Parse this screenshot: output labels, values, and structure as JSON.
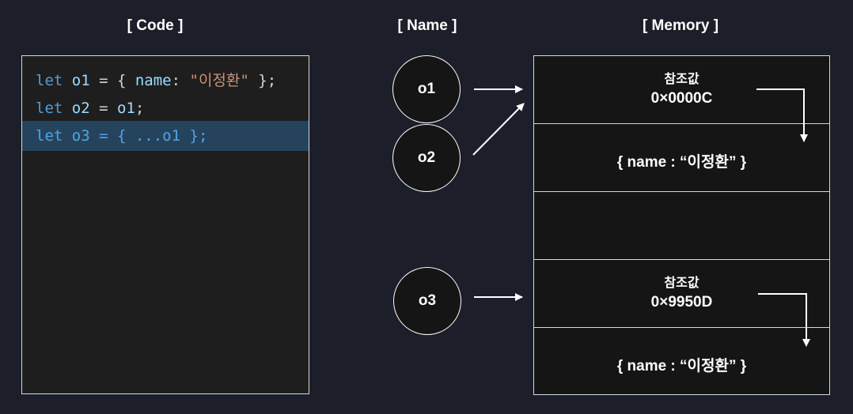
{
  "headings": {
    "code": "[ Code ]",
    "name": "[ Name ]",
    "memory": "[ Memory ]"
  },
  "code": {
    "lines": [
      {
        "tokens": [
          {
            "t": "let",
            "c": "kw"
          },
          {
            "t": " o1",
            "c": "id"
          },
          {
            "t": " = { ",
            "c": "pun"
          },
          {
            "t": "name",
            "c": "id"
          },
          {
            "t": ": ",
            "c": "pun"
          },
          {
            "t": "\"이정환\"",
            "c": "str"
          },
          {
            "t": " };",
            "c": "pun"
          }
        ]
      },
      {
        "tokens": [
          {
            "t": "let",
            "c": "kw"
          },
          {
            "t": " o2",
            "c": "id"
          },
          {
            "t": " = ",
            "c": "pun"
          },
          {
            "t": "o1",
            "c": "id"
          },
          {
            "t": ";",
            "c": "pun"
          }
        ]
      },
      {
        "selected": true,
        "tokens": [
          {
            "t": "let",
            "c": "kw"
          },
          {
            "t": " o3",
            "c": "id"
          },
          {
            "t": " = { ...",
            "c": "pun"
          },
          {
            "t": "o1",
            "c": "id"
          },
          {
            "t": " };",
            "c": "pun"
          }
        ]
      }
    ]
  },
  "names": {
    "o1": "o1",
    "o2": "o2",
    "o3": "o3"
  },
  "memory": {
    "block1": {
      "ref_label": "참조값",
      "ref_addr": "0×0000C",
      "object_text": "{ name : “이정환” }"
    },
    "block2": {
      "ref_label": "참조값",
      "ref_addr": "0×9950D",
      "object_text": "{ name : “이정환” }"
    }
  }
}
